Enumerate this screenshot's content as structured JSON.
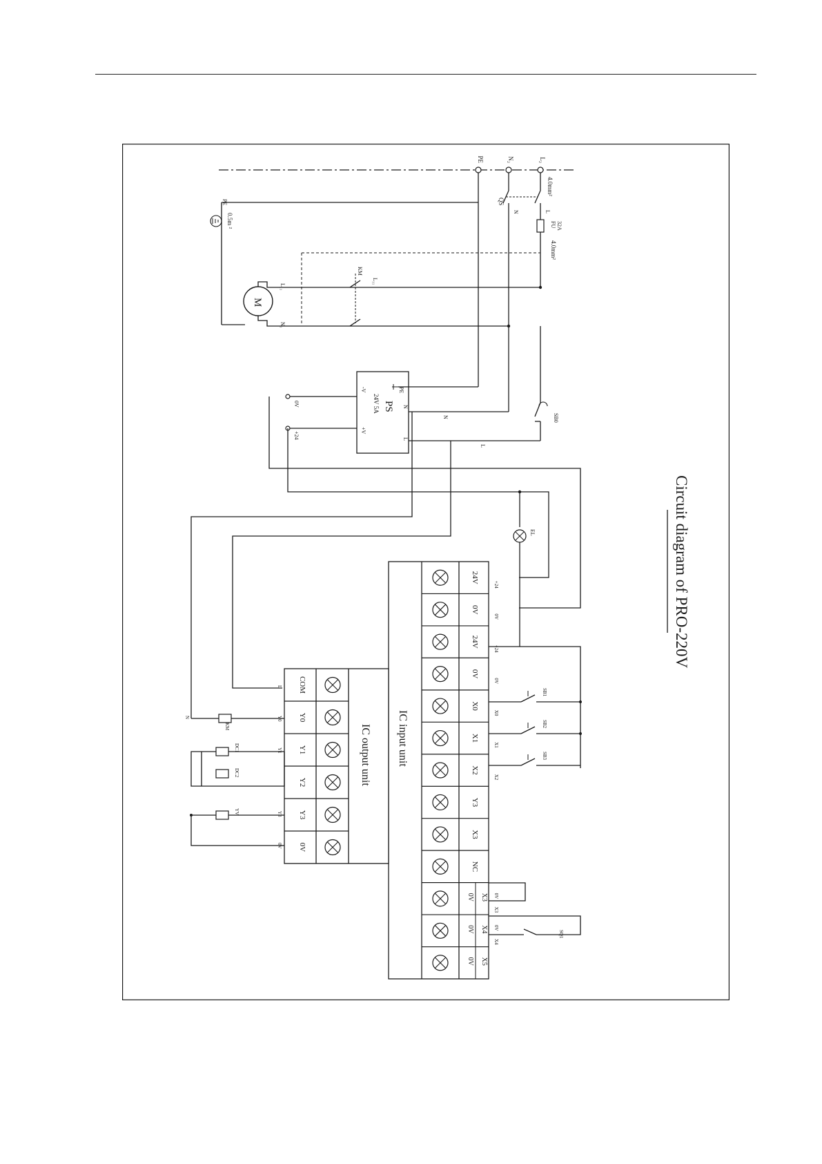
{
  "title": "Circuit diagram  of PRO-220V",
  "supply": {
    "l2": "L₂",
    "n2": "N₂",
    "pe": "PE",
    "wire_size_supply": "4.0mm²",
    "wire_size_power": "4.0mm²",
    "switch": "QS",
    "switch_out_l": "L",
    "switch_out_n": "N",
    "fuse": "FU",
    "fuse_rating": "32A"
  },
  "motor": {
    "symbol": "M",
    "l": "L₁₁",
    "n": "N₁",
    "contactor": "KM",
    "contactor_out": "L₁₁",
    "ground_label": "PE",
    "ground_wire": "0.5m ²"
  },
  "power_supply": {
    "name": "PS",
    "spec": "24V  5A",
    "minus": "-V",
    "plus": "+V",
    "n": "N",
    "l": "L",
    "pe": "PE",
    "out_0v": "0V",
    "out_24": "+24",
    "wire_n": "N",
    "wire_l": "L",
    "emergency_button": "SB0"
  },
  "lamp": "EL",
  "input_unit": {
    "title": "IC  input unit",
    "terminals": [
      "24V",
      "0V",
      "24V",
      "0V",
      "X0",
      "X1",
      "X2",
      "Y3",
      "X3",
      "NC",
      "0V",
      "0V",
      "0V"
    ],
    "sub_terminals": [
      "X3",
      "X4",
      "X5"
    ],
    "wire_labels": [
      "+24",
      "0V",
      "+24",
      "0V",
      "X0",
      "X1",
      "X2"
    ],
    "switches": [
      "SB1",
      "SB2",
      "SB3"
    ],
    "limit_switch": "SQ1",
    "x3_labels": [
      "0V",
      "X3"
    ],
    "x4_labels": [
      "0V",
      "X4"
    ]
  },
  "output_unit": {
    "title": "IC  output unit",
    "terminals": [
      "COM",
      "Y0",
      "Y1",
      "Y2",
      "Y3",
      "0V"
    ],
    "wire_labels": [
      "L",
      "Y0",
      "Y1",
      "Y3",
      "0V"
    ],
    "coil_km": "KM",
    "coil_dc1": "DC1",
    "coil_dc2": "DC2",
    "coil_yv": "YV",
    "neutral": "N"
  }
}
